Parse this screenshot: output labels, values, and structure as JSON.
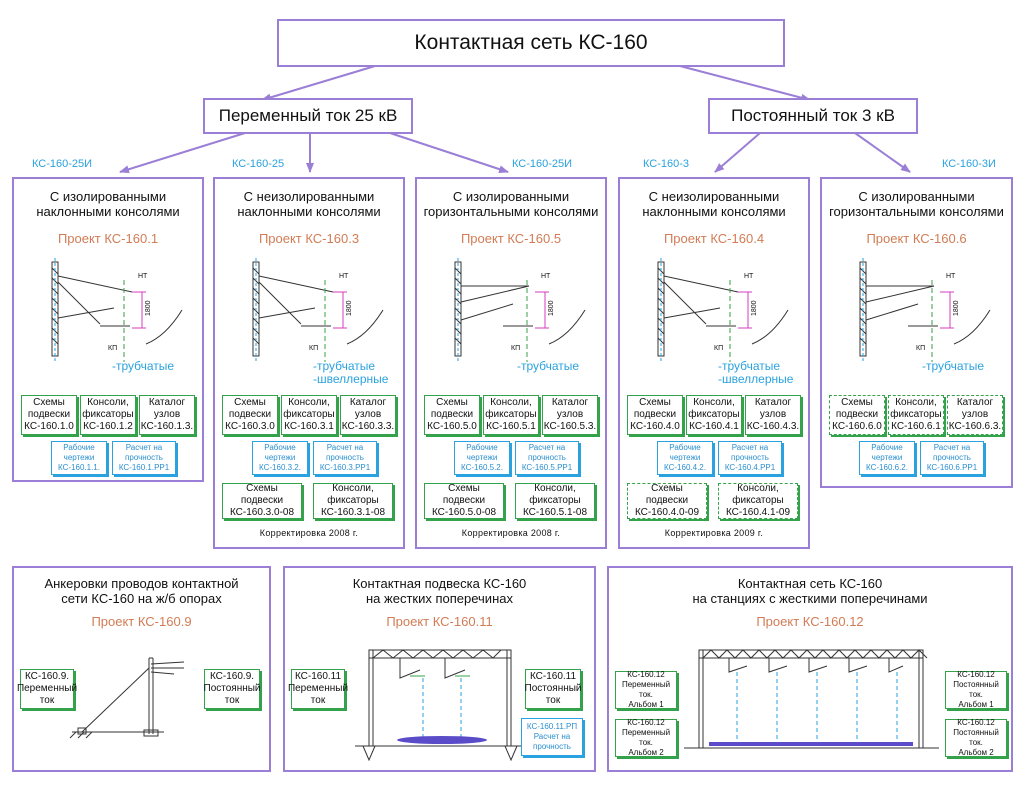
{
  "root": "Контактная сеть КС-160",
  "ac": "Переменный ток 25 кВ",
  "dc": "Постоянный ток 3 кВ",
  "columns": [
    {
      "code": "КС-160-25И",
      "title": "С изолированными\nнаклонными консолями",
      "project": "Проект КС-160.1",
      "type": "-трубчатые",
      "green": [
        "Схемы\nподвески\nКС-160.1.0",
        "Консоли,\nфиксаторы\nКС-160.1.2",
        "Каталог\nузлов\nКС-160.1.3."
      ],
      "blue": [
        "Рабочие\nчертежи\nКС-160.1.1.",
        "Расчет на\nпрочность\nКС-160.1.РР1"
      ],
      "extra": [],
      "correction": ""
    },
    {
      "code": "КС-160-25",
      "title": "С неизолированными\nнаклонными консолями",
      "project": "Проект КС-160.3",
      "type": "-трубчатые\n-швеллерные",
      "green": [
        "Схемы\nподвески\nКС-160.3.0",
        "Консоли,\nфиксаторы\nКС-160.3.1",
        "Каталог\nузлов\nКС-160.3.3."
      ],
      "blue": [
        "Рабочие\nчертежи\nКС-160.3.2.",
        "Расчет на\nпрочность\nКС-160.3.РР1"
      ],
      "extra": [
        "Схемы\nподвески\nКС-160.3.0-08",
        "Консоли,\nфиксаторы\nКС-160.3.1-08"
      ],
      "correction": "Корректировка 2008 г."
    },
    {
      "code": "КС-160-25И",
      "title": "С изолированными\nгоризонтальными консолями",
      "project": "Проект КС-160.5",
      "type": "-трубчатые",
      "green": [
        "Схемы\nподвески\nКС-160.5.0",
        "Консоли,\nфиксаторы\nКС-160.5.1",
        "Каталог\nузлов\nКС-160.5.3."
      ],
      "blue": [
        "Рабочие\nчертежи\nКС-160.5.2.",
        "Расчет на\nпрочность\nКС-160.5.РР1"
      ],
      "extra": [
        "Схемы\nподвески\nКС-160.5.0-08",
        "Консоли,\nфиксаторы\nКС-160.5.1-08"
      ],
      "correction": "Корректировка 2008 г."
    },
    {
      "code": "КС-160-3",
      "title": "С неизолированными\nнаклонными консолями",
      "project": "Проект КС-160.4",
      "type": "-трубчатые\n-швеллерные",
      "green": [
        "Схемы\nподвески\nКС-160.4.0",
        "Консоли,\nфиксаторы\nКС-160.4.1",
        "Каталог\nузлов\nКС-160.4.3."
      ],
      "blue": [
        "Рабочие\nчертежи\nКС-160.4.2.",
        "Расчет на\nпрочность\nКС-160.4.РР1"
      ],
      "extra": [
        "Схемы\nподвески\nКС-160.4.0-09",
        "Консоли,\nфиксаторы\nКС-160.4.1-09"
      ],
      "correction": "Корректировка 2009 г."
    },
    {
      "code": "КС-160-3И",
      "title": "С изолированными\nгоризонтальными консолями",
      "project": "Проект КС-160.6",
      "type": "-трубчатые",
      "green": [
        "Схемы\nподвески\nКС-160.6.0",
        "Консоли,\nфиксаторы\nКС-160.6.1",
        "Каталог\nузлов\nКС-160.6.3."
      ],
      "blue": [
        "Рабочие\nчертежи\nКС-160.6.2.",
        "Расчет на\nпрочность\nКС-160.6.РР1"
      ],
      "extra": [],
      "correction": ""
    }
  ],
  "drawing_labels": {
    "nt": "НТ",
    "kp": "КП",
    "height": "1800"
  },
  "bottom": [
    {
      "title": "Анкеровки проводов контактной\nсети КС-160 на ж/б опорах",
      "project": "Проект КС-160.9",
      "left": "КС-160.9.\nПеременный\nток",
      "right": "КС-160.9.\nПостоянный\nток"
    },
    {
      "title": "Контактная подвеска КС-160\nна жестких поперечинах",
      "project": "Проект КС-160.11",
      "left": "КС-160.11\nПеременный\nток",
      "right": "КС-160.11\nПостоянный\nток",
      "calc": "КС-160.11.РП\nРасчет на\nпрочность"
    },
    {
      "title": "Контактная сеть КС-160\nна станциях с жесткими поперечинами",
      "project": "Проект КС-160.12",
      "left1": "КС-160.12\nПеременный ток.\nАльбом 1",
      "left2": "КС-160.12\nПеременный ток.\nАльбом 2",
      "right1": "КС-160.12\nПостоянный ток.\nАльбом 1",
      "right2": "КС-160.12\nПостоянный ток.\nАльбом 2"
    }
  ],
  "colors": {
    "frame": "#9b7ed6",
    "green": "#33a24a",
    "blue": "#2aa2df",
    "project": "#d27c55",
    "magenta": "#d63cc0"
  }
}
